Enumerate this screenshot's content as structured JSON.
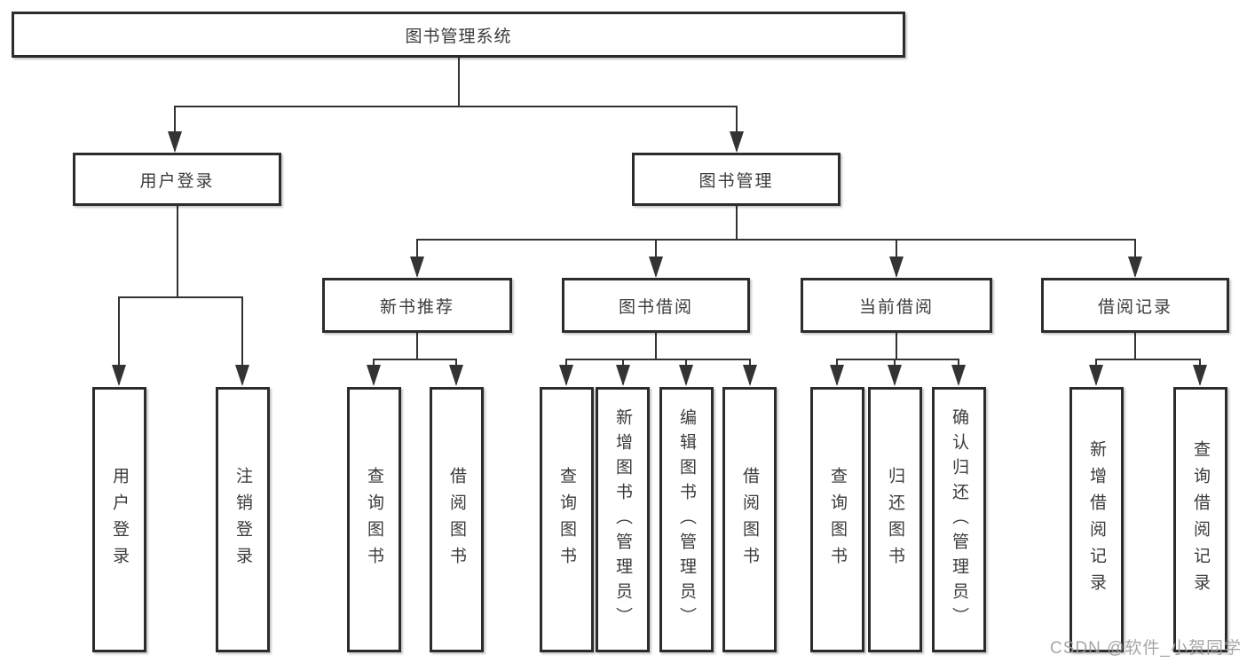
{
  "diagram_title": "图书管理系统",
  "tree": {
    "root": "图书管理系统",
    "level2": [
      "用户登录",
      "图书管理"
    ],
    "level3": [
      "新书推荐",
      "图书借阅",
      "当前借阅",
      "借阅记录"
    ],
    "leaves": [
      "用户登录",
      "注销登录",
      "查询图书",
      "借阅图书",
      "查询图书",
      "新增图书（管理员）",
      "编辑图书（管理员）",
      "借阅图书",
      "查询图书",
      "归还图书",
      "确认归还（管理员）",
      "新增借阅记录",
      "查询借阅记录"
    ],
    "structure": {
      "图书管理系统": [
        "用户登录",
        "图书管理"
      ],
      "用户登录": [
        "用户登录",
        "注销登录"
      ],
      "图书管理": [
        "新书推荐",
        "图书借阅",
        "当前借阅",
        "借阅记录"
      ],
      "新书推荐": [
        "查询图书",
        "借阅图书"
      ],
      "图书借阅": [
        "查询图书",
        "新增图书（管理员）",
        "编辑图书（管理员）",
        "借阅图书"
      ],
      "当前借阅": [
        "查询图书",
        "归还图书",
        "确认归还（管理员）"
      ],
      "借阅记录": [
        "新增借阅记录",
        "查询借阅记录"
      ]
    }
  },
  "watermark": "CSDN @软件_小贺同学",
  "colors": {
    "line": "#333333",
    "box_border": "#2c2c2c",
    "text": "#3b3b3b",
    "watermark": "#9e9e9e",
    "background": "#ffffff"
  }
}
